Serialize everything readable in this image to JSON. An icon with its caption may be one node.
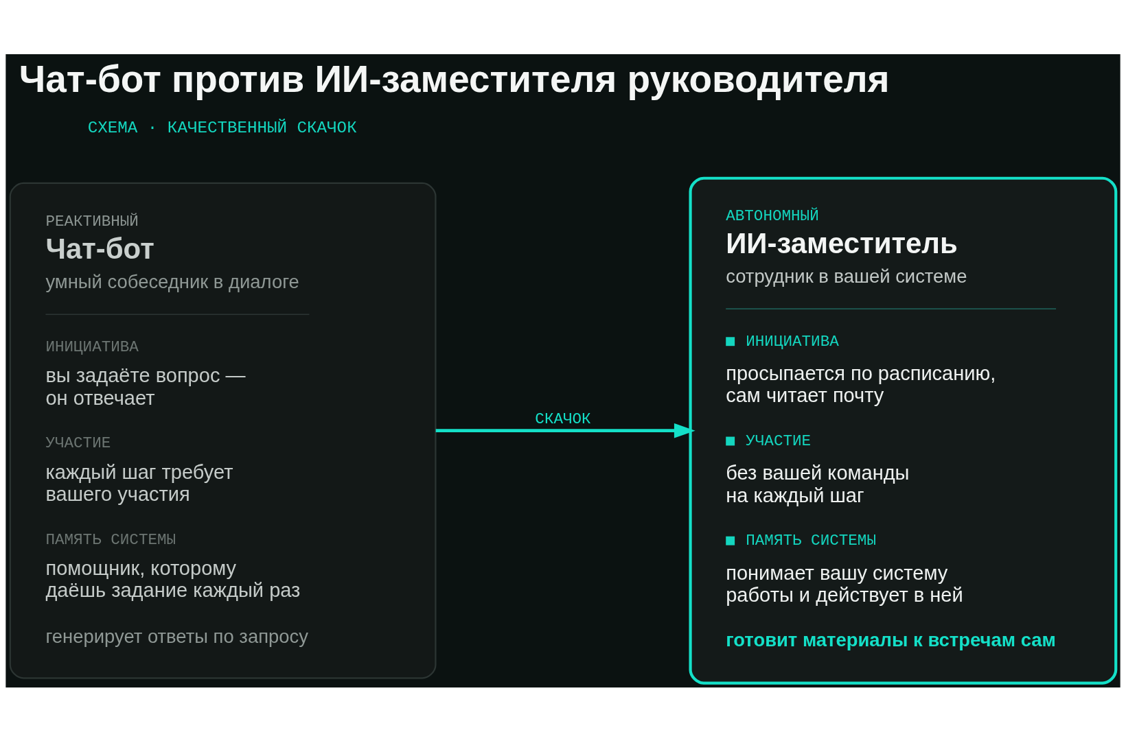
{
  "diagram": {
    "title": "Чат-бот против ИИ-заместителя руководителя",
    "nodes": [
      {
        "text": [
          "РЕАКТИВНЫЙ",
          "Чат-бот",
          "умный собеседник в диалоге",
          "ИНИЦИАТИВА",
          "вы задаёте вопрос — он отвечает",
          "УЧАСТИЕ",
          "каждый шаг требует вашего участия",
          "ПАМЯТЬ СИСТЕМЫ",
          "помощник, которому даёшь задание каждый раз",
          "генерирует ответы по запросу"
        ]
      },
      {
        "text": [
          "АВТОНОМНЫЙ",
          "ИИ-заместитель",
          "сотрудник в вашей системе",
          "ИНИЦИАТИВА",
          "просыпается по расписанию, сам читает почту",
          "УЧАСТИЕ",
          "без вашей команды на каждый шаг",
          "ПАМЯТЬ СИСТЕМЫ",
          "понимает вашу систему работы и действует в ней",
          "готовит материалы к встречам сам"
        ]
      }
    ],
    "edges": [
      {
        "from": 0,
        "to": 1,
        "arrow": "to",
        "label": "СКАЧОК"
      }
    ],
    "labels": [
      "СХЕМА · КАЧЕСТВЕННЫЙ СКАЧОК"
    ]
  }
}
